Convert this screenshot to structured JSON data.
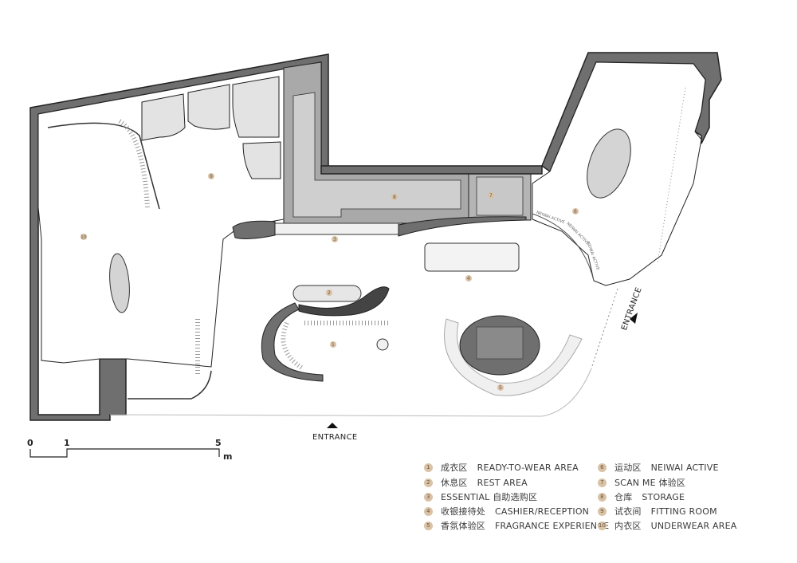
{
  "plan": {
    "entrance_bottom": "ENTRANCE",
    "entrance_right": "ENTRANCE",
    "wall_text_1": "NEIWAI ACTIVE",
    "wall_text_2": "NEIWAI ACTIVE",
    "wall_text_3": "NEIWAI ACTIVE",
    "zone_markers": [
      "1",
      "2",
      "3",
      "4",
      "5",
      "6",
      "7",
      "8",
      "9",
      "10"
    ]
  },
  "scale": {
    "ticks": [
      "0",
      "1",
      "5"
    ],
    "unit": "m"
  },
  "legend": [
    {
      "num": "1",
      "zh": "成衣区",
      "en": "READY-TO-WEAR AREA"
    },
    {
      "num": "2",
      "zh": "休息区",
      "en": "REST AREA"
    },
    {
      "num": "3",
      "zh": "ESSENTIAL 自助选购区",
      "en": ""
    },
    {
      "num": "4",
      "zh": "收银接待处",
      "en": "CASHIER/RECEPTION"
    },
    {
      "num": "5",
      "zh": "香氛体验区",
      "en": "FRAGRANCE EXPERIENCE"
    },
    {
      "num": "6",
      "zh": "运动区",
      "en": "NEIWAI ACTIVE"
    },
    {
      "num": "7",
      "zh": "SCAN ME 体验区",
      "en": ""
    },
    {
      "num": "8",
      "zh": "仓库",
      "en": "STORAGE"
    },
    {
      "num": "9",
      "zh": "试衣间",
      "en": "FITTING ROOM"
    },
    {
      "num": "10",
      "zh": "内衣区",
      "en": "UNDERWEAR AREA"
    }
  ],
  "colors": {
    "wall": "#6f6f6f",
    "storage": "#a9a9a9",
    "fixture": "#e6e6e6",
    "badge": "#d9c2a6"
  }
}
